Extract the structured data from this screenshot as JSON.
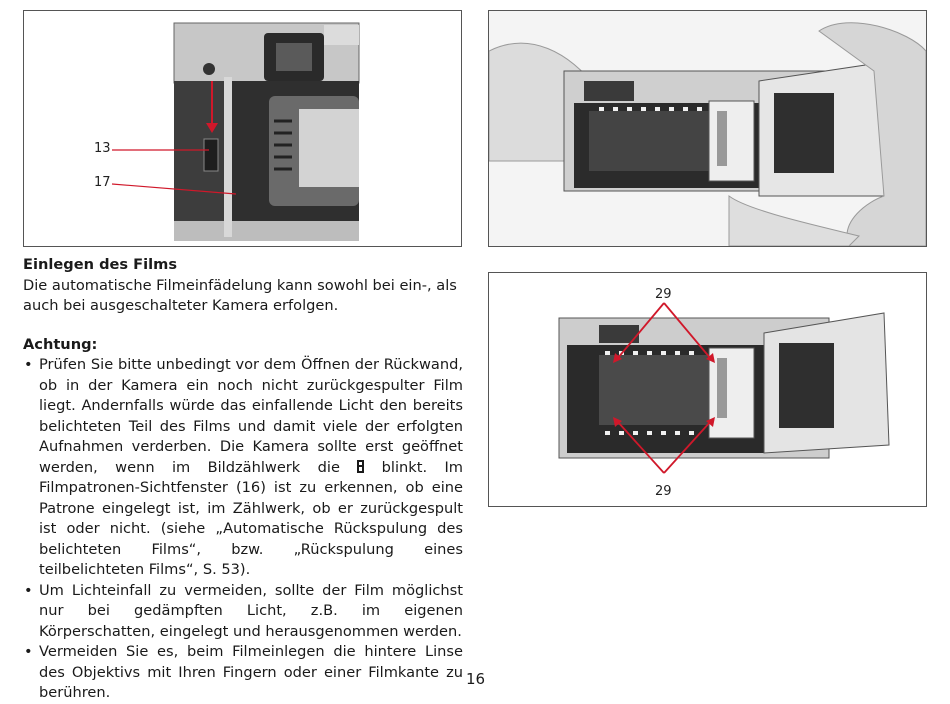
{
  "figures": {
    "camera_side": {
      "callouts": [
        "13",
        "17"
      ]
    },
    "film_loading_hands": {},
    "film_leader_diagram": {
      "callout_top": "29",
      "callout_bottom": "29"
    }
  },
  "section": {
    "heading": "Einlegen des Films",
    "intro": "Die automatische Filmeinfädelung kann sowohl bei ein-, als auch bei ausgeschalteter Kamera erfolgen.",
    "warning_heading": "Achtung:",
    "bullet1_a": "Prüfen Sie bitte unbedingt vor dem Öffnen der Rückwand, ob in der Kamera ein noch nicht zurückgespulter Film liegt. Andernfalls würde das einfallende Licht den bereits belichteten Teil des Films und damit viele der erfolgten Aufnahmen verderben. Die Kamera sollte erst geöffnet werden, wenn im Bildzählwerk die",
    "bullet1_b": "blinkt. Im Filmpatronen-Sichtfenster (16) ist zu erkennen, ob eine Patrone eingelegt ist, im Zählwerk, ob er zurückgespult ist oder nicht. (siehe „Automatische Rückspulung des belichteten Films“, bzw. „Rückspulung eines teilbelichteten Films“, S. 53).",
    "bullet2": "Um Lichteinfall zu vermeiden, sollte der Film möglichst nur bei gedämpften Licht, z.B. im eigenen Körperschatten, eingelegt und herausgenommen werden.",
    "bullet3": "Vermeiden Sie es, beim Filmeinlegen die hintere Linse des Objektivs mit Ihren Fingern oder einer Filmkante zu berühren."
  },
  "page_number": "16"
}
